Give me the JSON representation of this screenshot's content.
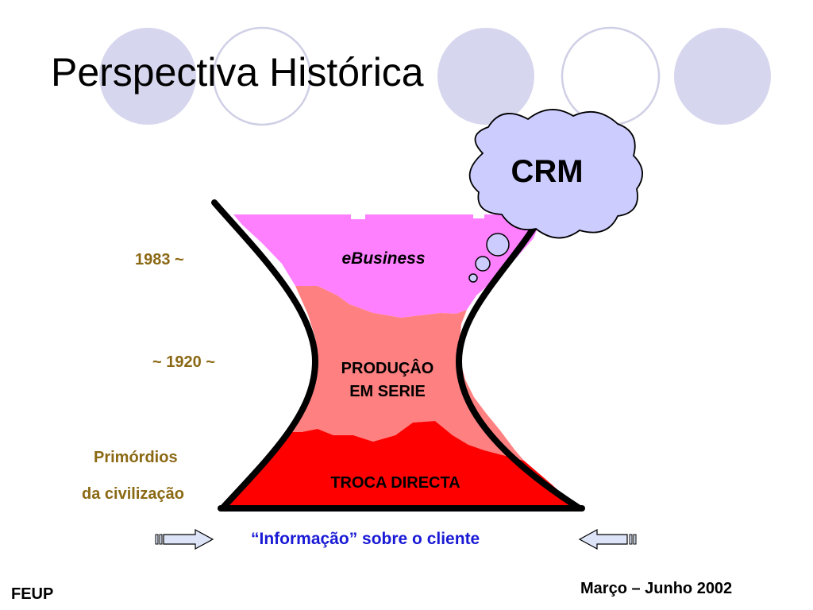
{
  "slide": {
    "title": "Perspectiva Histórica",
    "footer_left": "FEUP",
    "footer_right": "Março – Junho 2002"
  },
  "diagram": {
    "cloud_label": "CRM",
    "layers": [
      {
        "label": "eBusiness",
        "color": "#ff80ff"
      },
      {
        "label_line1": "PRODUÇÂO",
        "label_line2": "EM SERIE",
        "color": "#ff8080"
      },
      {
        "label": "TROCA DIRECTA",
        "color": "#ff0000"
      }
    ],
    "era_labels": {
      "recent": "1983 ~",
      "middle": "~ 1920 ~",
      "ancient_line1": "Primórdios",
      "ancient_line2": "da civilização"
    },
    "bottom_caption": "“Informação” sobre o cliente",
    "colors": {
      "era_text": "#8b6914",
      "caption_text": "#1a1ad6",
      "cloud_fill": "#ccccff",
      "deco_circle_fill": "#d6d6ee",
      "deco_circle_stroke": "#cfcfe6",
      "arrow_fill": "#dde4f8"
    }
  }
}
